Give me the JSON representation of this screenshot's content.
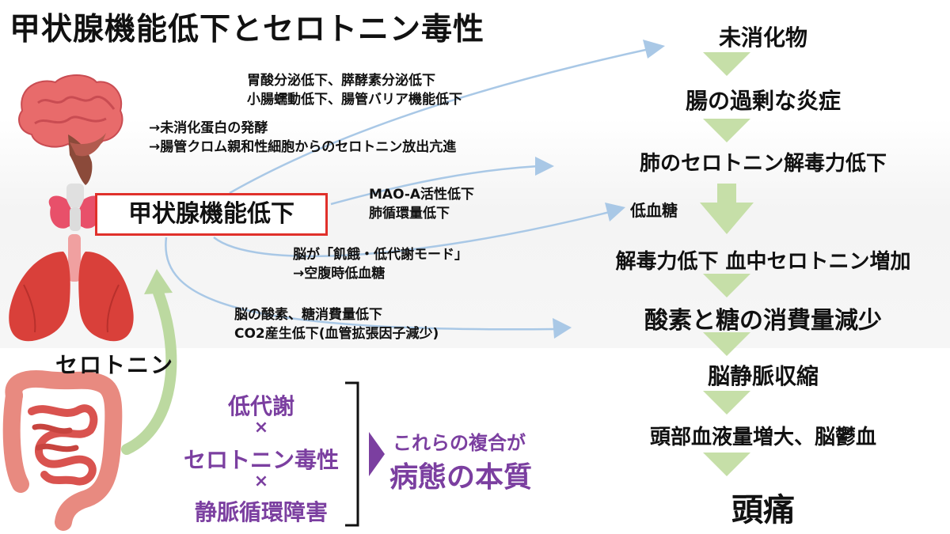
{
  "title": "甲状腺機能低下とセロトニン毒性",
  "hypothyroid_label": "甲状腺機能低下",
  "serotonin_label": "セロトニン",
  "notes": {
    "stomach": [
      "胃酸分泌低下、膵酵素分泌低下",
      "小腸蠕動低下、腸管バリア機能低下"
    ],
    "fermentation": [
      "→未消化蛋白の発酵",
      "→腸管クロム親和性細胞からのセロトニン放出亢進"
    ],
    "mao": [
      "MAO-A活性低下",
      "肺循環量低下"
    ],
    "brain_mode": [
      "脳が「飢餓・低代謝モード」",
      "→空腹時低血糖"
    ],
    "oxygen": [
      "脳の酸素、糖消費量低下",
      "CO2産生低下(血管拡張因子減少)"
    ]
  },
  "flow": [
    "未消化物",
    "腸の過剰な炎症",
    "肺のセロトニン解毒力低下",
    "低血糖",
    "解毒力低下 血中セロトニン増加",
    "酸素と糖の消費量減少",
    "脳静脈収縮",
    "頭部血液量増大、脳鬱血",
    "頭痛"
  ],
  "summary": {
    "items": [
      "低代謝",
      "×",
      "セロトニン毒性",
      "×",
      "静脈循環障害"
    ],
    "conclusion_line1": "これらの複合が",
    "conclusion_line2": "病態の本質"
  },
  "colors": {
    "flow_arrow": "#c6dfa8",
    "blue_arrow": "#a9c8e6",
    "box_border": "#e0302b",
    "accent_purple": "#7b3fa0",
    "serotonin_arrow": "#bcd9a0"
  },
  "icons": [
    "brain-icon",
    "thyroid-icon",
    "lungs-icon",
    "intestine-icon"
  ]
}
